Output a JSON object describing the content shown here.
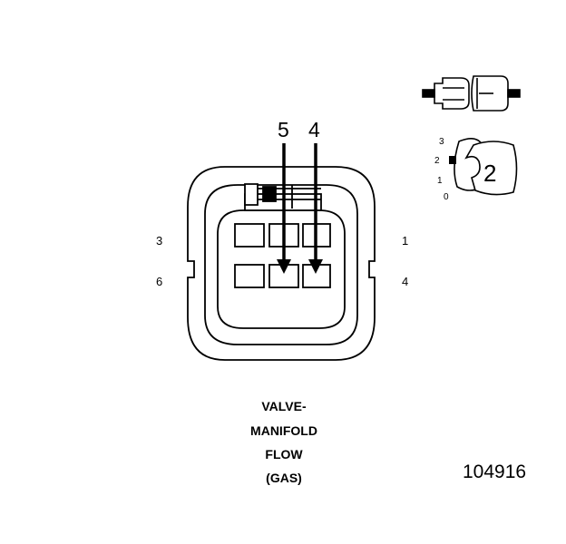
{
  "diagram": {
    "arrow_labels": {
      "left": "5",
      "right": "4"
    },
    "pin_labels": {
      "top_left": "3",
      "bottom_left": "6",
      "top_right": "1",
      "bottom_right": "4"
    },
    "caption": [
      "VALVE-",
      "MANIFOLD",
      "FLOW",
      "(GAS)"
    ],
    "figure_number": "104916",
    "position_indicator": {
      "positions": [
        "3",
        "2",
        "1",
        "0"
      ],
      "selected": "2"
    }
  },
  "colors": {
    "line": "#000000",
    "background": "#ffffff"
  }
}
